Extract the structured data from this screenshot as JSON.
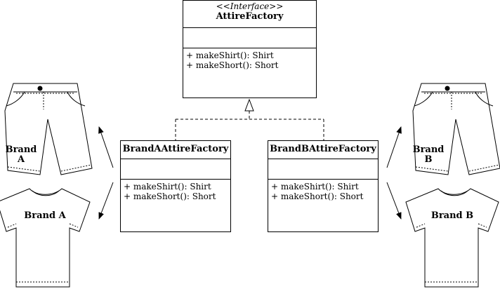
{
  "interface": {
    "stereotype": "<<Interface>>",
    "name": "AttireFactory",
    "operations": [
      "+ makeShirt(): Shirt",
      "+ makeShort(): Short"
    ]
  },
  "factories": [
    {
      "name": "BrandAAttireFactory",
      "operations": [
        "+ makeShirt(): Shirt",
        "+ makeShort(): Short"
      ]
    },
    {
      "name": "BrandBAttireFactory",
      "operations": [
        "+ makeShirt(): Shirt",
        "+ makeShort(): Short"
      ]
    }
  ],
  "products": {
    "brand_a_short": {
      "line1": "Brand",
      "line2": "A"
    },
    "brand_a_shirt": {
      "label": "Brand A"
    },
    "brand_b_short": {
      "line1": "Brand",
      "line2": "B"
    },
    "brand_b_shirt": {
      "label": "Brand B"
    }
  }
}
